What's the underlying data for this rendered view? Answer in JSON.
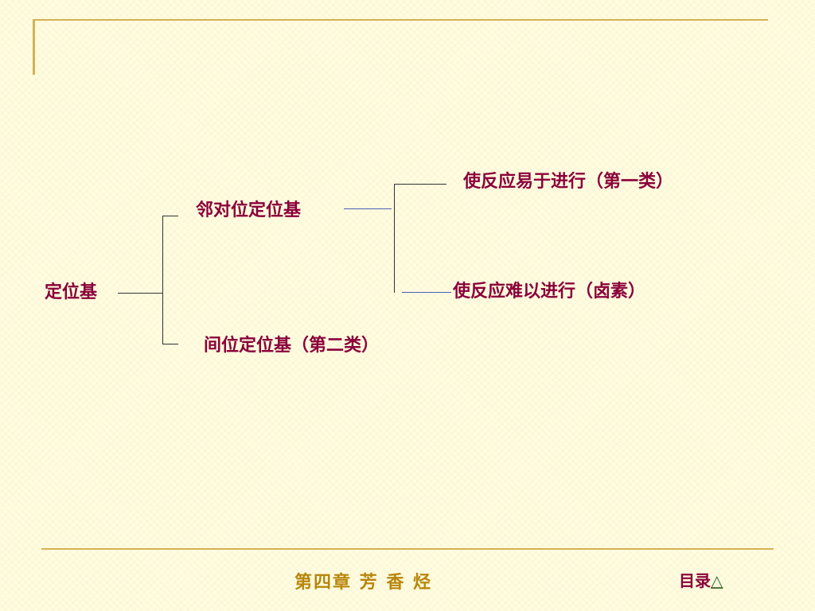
{
  "diagram": {
    "root": "定位基",
    "ortho_para": "邻对位定位基",
    "meta": "间位定位基（第二类）",
    "activating": "使反应易于进行（第一类）",
    "deactivating": "使反应难以进行（卤素）"
  },
  "footer": {
    "chapter_title": "第四章  芳 香 烃",
    "toc_label": "目录",
    "toc_icon": "△"
  },
  "colors": {
    "accent_line": "#d4b254",
    "node_text": "#8a003a",
    "footer_title": "#b8860b",
    "blue_connector": "#4b5fb8"
  }
}
